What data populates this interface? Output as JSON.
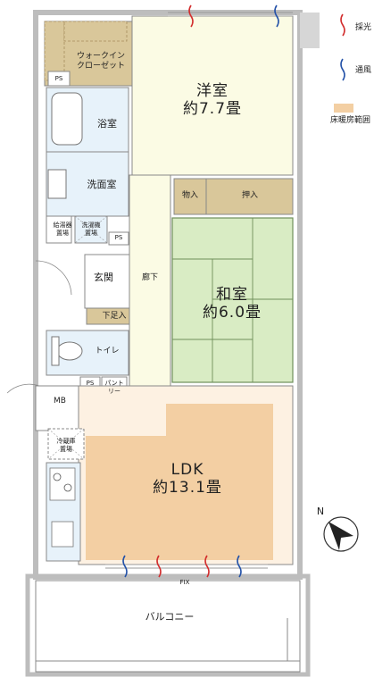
{
  "colors": {
    "floor_heating": "#f3cfa3",
    "western_room": "#fbfbe4",
    "tatami": "#d9ecc4",
    "wet_area": "#e7f2fa",
    "storage": "#d9c79a",
    "hall": "#fbfbe4",
    "wall": "#c9c9c9",
    "light_mark": "#d22e2e",
    "ventilation_mark": "#2452a8"
  },
  "legend": {
    "light_label": "採光",
    "ventilation_label": "通風",
    "floor_heating_label": "床暖房範囲"
  },
  "rooms": {
    "western_name": "洋室",
    "western_size": "約7.7畳",
    "walkin_closet": "ウォークイン\nクローゼット",
    "bath": "浴室",
    "washroom": "洗面室",
    "water_heater": "給湯器\n置場",
    "washer_space": "洗濯機\n置場",
    "entrance": "玄関",
    "shoe_storage": "下足入",
    "corridor": "廊下",
    "toilet": "トイレ",
    "storage": "物入",
    "closet": "押入",
    "japanese_name": "和室",
    "japanese_size": "約6.0畳",
    "pantry": "パントリー",
    "mb": "MB",
    "fridge_space": "冷蔵庫\n置場",
    "ldk_name": "LDK",
    "ldk_size": "約13.1畳",
    "fix": "FIX",
    "balcony": "バルコニー",
    "ps_1": "PS",
    "ps_2": "PS",
    "ps_3": "PS"
  },
  "compass_label": "N"
}
